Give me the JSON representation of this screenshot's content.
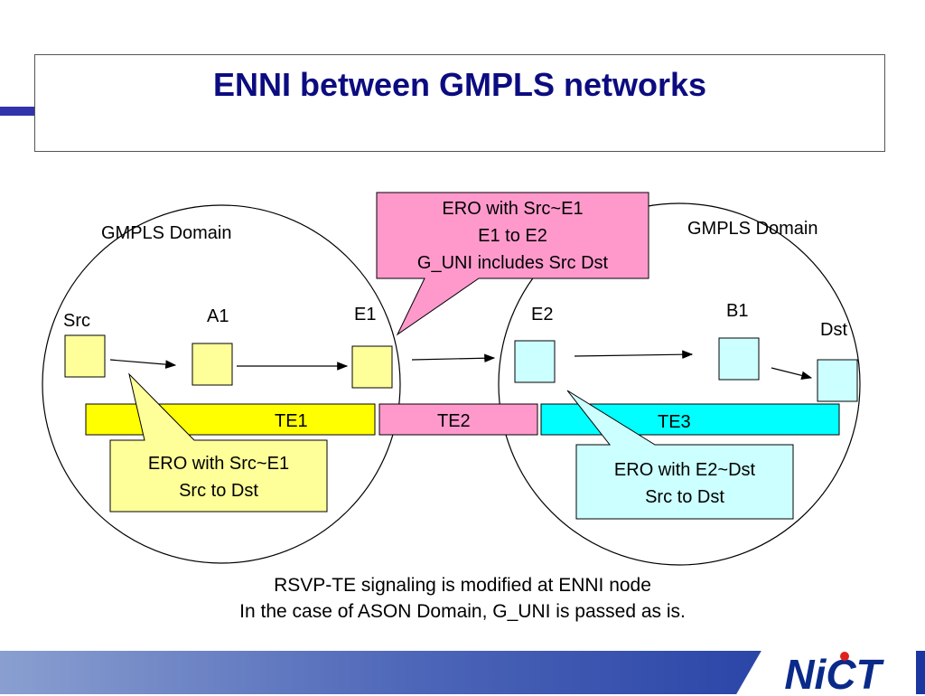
{
  "title": "ENNI between GMPLS networks",
  "domains": {
    "left_label": "GMPLS Domain",
    "right_label": "GMPLS Domain"
  },
  "nodes": {
    "src": "Src",
    "a1": "A1",
    "e1": "E1",
    "e2": "E2",
    "b1": "B1",
    "dst": "Dst"
  },
  "te_links": {
    "te1": "TE1",
    "te2": "TE2",
    "te3": "TE3"
  },
  "callouts": {
    "top": {
      "line1": "ERO with Src~E1",
      "line2": "E1 to E2",
      "line3": "G_UNI includes Src Dst"
    },
    "left": {
      "line1": "ERO with Src~E1",
      "line2": "Src to Dst"
    },
    "right": {
      "line1": "ERO with E2~Dst",
      "line2": "Src to Dst"
    }
  },
  "caption": {
    "line1": "RSVP-TE signaling is modified at ENNI node",
    "line2": "In the case of ASON Domain, G_UNI is passed as is."
  },
  "logo": {
    "text": "NiCT"
  },
  "colors": {
    "title": "#0c0c80",
    "node_left": "#ffff99",
    "node_right": "#ccffff",
    "te1": "#ffff00",
    "te2": "#ff99cc",
    "te3": "#00ffff",
    "callout_top": "#ff99cc",
    "callout_left": "#ffff99",
    "callout_right": "#ccffff",
    "logo": "#0a2a8a",
    "logo_dot": "#e0201c"
  }
}
